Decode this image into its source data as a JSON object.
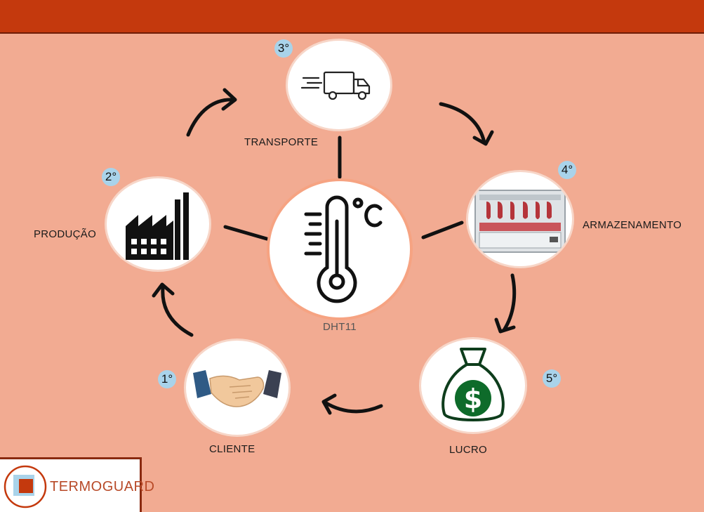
{
  "header": {},
  "center": {
    "label": "DHT11",
    "icon": "thermometer-celsius-icon",
    "unit": "°C"
  },
  "steps": [
    {
      "badge": "1°",
      "label": "CLIENTE",
      "icon": "handshake-icon"
    },
    {
      "badge": "2°",
      "label": "PRODUÇÃO",
      "icon": "factory-icon"
    },
    {
      "badge": "3°",
      "label": "TRANSPORTE",
      "icon": "delivery-truck-icon"
    },
    {
      "badge": "4°",
      "label": "ARMAZENAMENTO",
      "icon": "meat-display-fridge-icon"
    },
    {
      "badge": "5°",
      "label": "LUCRO",
      "icon": "money-bag-icon"
    }
  ],
  "logo": {
    "text": "TERMOGUARD",
    "icon": "termoguard-logo-icon"
  },
  "colors": {
    "background": "#f2ab92",
    "header": "#c4390d",
    "badge": "#a9d3ea",
    "money_green": "#0e6b2a",
    "logo_red": "#c4390d",
    "logo_blue": "#a9d3ea"
  }
}
